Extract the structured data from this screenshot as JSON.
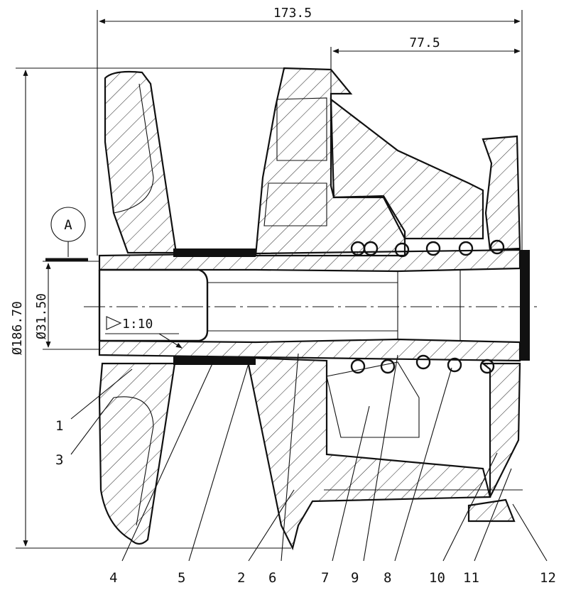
{
  "dimensions": {
    "overall_length": "173.5",
    "partial_length": "77.5",
    "outer_diameter": "Ø186.70",
    "bore_diameter": "Ø31.50",
    "taper": "1:10"
  },
  "datum": {
    "label": "A"
  },
  "part_labels": [
    "1",
    "3",
    "4",
    "5",
    "2",
    "6",
    "7",
    "9",
    "8",
    "10",
    "11",
    "12"
  ]
}
